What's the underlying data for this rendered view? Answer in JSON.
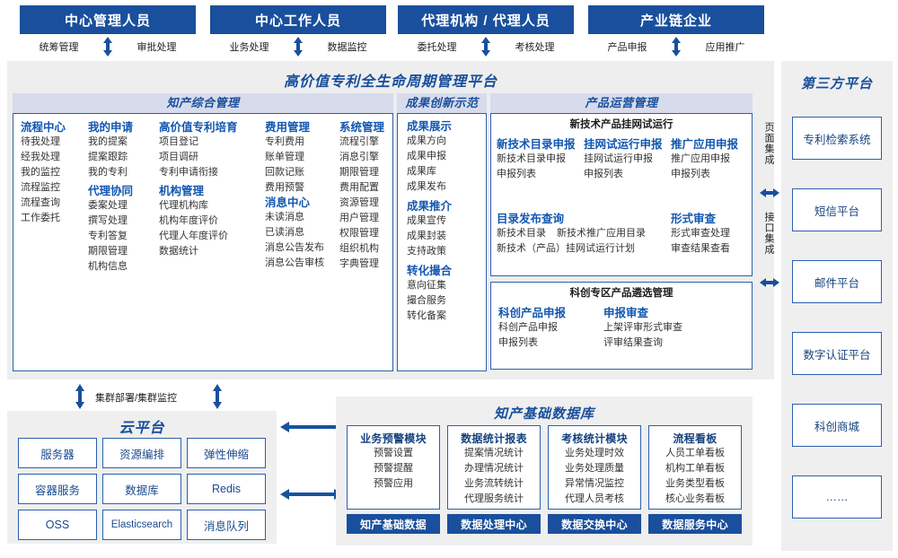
{
  "roles": [
    {
      "title": "中心管理人员",
      "left_link": "统筹管理",
      "right_link": "审批处理"
    },
    {
      "title": "中心工作人员",
      "left_link": "业务处理",
      "right_link": "数据监控"
    },
    {
      "title": "代理机构 / 代理人员",
      "left_link": "委托处理",
      "right_link": "考核处理"
    },
    {
      "title": "产业链企业",
      "left_link": "产品申报",
      "right_link": "应用推广"
    }
  ],
  "platform": {
    "title": "高价值专利全生命周期管理平台",
    "sections": {
      "comprehensive": {
        "header": "知产综合管理",
        "columns": [
          {
            "groups": [
              {
                "head": "流程中心",
                "items": [
                  "待我处理",
                  "经我处理",
                  "我的监控",
                  "流程监控",
                  "流程查询",
                  "工作委托"
                ]
              }
            ]
          },
          {
            "groups": [
              {
                "head": "我的申请",
                "items": [
                  "我的提案",
                  "提案跟踪",
                  "我的专利"
                ]
              },
              {
                "head": "代理协同",
                "items": [
                  "委案处理",
                  "撰写处理",
                  "专利答复",
                  "期限管理",
                  "机构信息"
                ]
              }
            ]
          },
          {
            "groups": [
              {
                "head": "高价值专利培育",
                "items": [
                  "项目登记",
                  "项目调研",
                  "专利申请衔接"
                ]
              },
              {
                "head": "机构管理",
                "items": [
                  "代理机构库",
                  "机构年度评价",
                  "代理人年度评价",
                  "数据统计"
                ]
              }
            ]
          },
          {
            "groups": [
              {
                "head": "费用管理",
                "items": [
                  "专利费用",
                  "账单管理",
                  "回款记账",
                  "费用预警"
                ]
              },
              {
                "head": "消息中心",
                "items": [
                  "未读消息",
                  "已读消息",
                  "消息公告发布",
                  "消息公告审核"
                ]
              }
            ]
          },
          {
            "groups": [
              {
                "head": "系统管理",
                "items": [
                  "流程引擎",
                  "消息引擎",
                  "期限管理",
                  "费用配置",
                  "资源管理",
                  "用户管理",
                  "权限管理",
                  "组织机构",
                  "字典管理"
                ]
              }
            ]
          }
        ]
      },
      "innovation": {
        "header": "成果创新示范",
        "groups": [
          {
            "head": "成果展示",
            "items": [
              "成果方向",
              "成果申报",
              "成果库",
              "成果发布"
            ]
          },
          {
            "head": "成果推介",
            "items": [
              "成果宣传",
              "成果封装",
              "支持政策"
            ]
          },
          {
            "head": "转化撮合",
            "items": [
              "意向征集",
              "撮合服务",
              "转化备案"
            ]
          }
        ]
      },
      "operation": {
        "header": "产品运营管理",
        "box1": {
          "title": "新技术产品挂网试运行",
          "row1": [
            {
              "head": "新技术目录申报",
              "items": [
                "新技术目录申报",
                "申报列表"
              ]
            },
            {
              "head": "挂网试运行申报",
              "items": [
                "挂网试运行申报",
                "申报列表"
              ]
            },
            {
              "head": "推广应用申报",
              "items": [
                "推广应用申报",
                "申报列表"
              ]
            }
          ],
          "row2_left": {
            "head": "目录发布查询",
            "items": [
              "新技术目录",
              "新技术推广应用目录",
              "新技术（产品）挂网试运行计划"
            ]
          },
          "row2_right": {
            "head": "形式审查",
            "items": [
              "形式审查处理",
              "审查结果查看"
            ]
          }
        },
        "box2": {
          "title": "科创专区产品遴选管理",
          "cols": [
            {
              "head": "科创产品申报",
              "items": [
                "科创产品申报",
                "申报列表"
              ]
            },
            {
              "head": "申报审查",
              "items": [
                "上架评审形式审查",
                "评审结果查询"
              ]
            }
          ]
        }
      }
    }
  },
  "integration": {
    "page_label": "页面集成",
    "api_label": "接口集成"
  },
  "third_party": {
    "title": "第三方平台",
    "items": [
      "专利检索系统",
      "短信平台",
      "邮件平台",
      "数字认证平台",
      "科创商城",
      "……"
    ]
  },
  "cloud": {
    "cluster_label": "集群部署/集群监控",
    "title": "云平台",
    "items": [
      "服务器",
      "资源编排",
      "弹性伸缩",
      "容器服务",
      "数据库",
      "Redis",
      "OSS",
      "Elasticsearch",
      "消息队列"
    ]
  },
  "database": {
    "title": "知产基础数据库",
    "cards": [
      {
        "head": "业务预警模块",
        "items": [
          "预警设置",
          "预警提醒",
          "预警应用"
        ],
        "foot": "知产基础数据"
      },
      {
        "head": "数据统计报表",
        "items": [
          "提案情况统计",
          "办理情况统计",
          "业务流转统计",
          "代理服务统计"
        ],
        "foot": "数据处理中心"
      },
      {
        "head": "考核统计模块",
        "items": [
          "业务处理时效",
          "业务处理质量",
          "异常情况监控",
          "代理人员考核"
        ],
        "foot": "数据交换中心"
      },
      {
        "head": "流程看板",
        "items": [
          "人员工单看板",
          "机构工单看板",
          "业务类型看板",
          "核心业务看板"
        ],
        "foot": "数据服务中心"
      }
    ]
  },
  "colors": {
    "brand_blue": "#194f9c",
    "link_blue": "#1257b0",
    "section_head_bg": "#d7dbec",
    "panel_bg": "#eeeeee"
  }
}
